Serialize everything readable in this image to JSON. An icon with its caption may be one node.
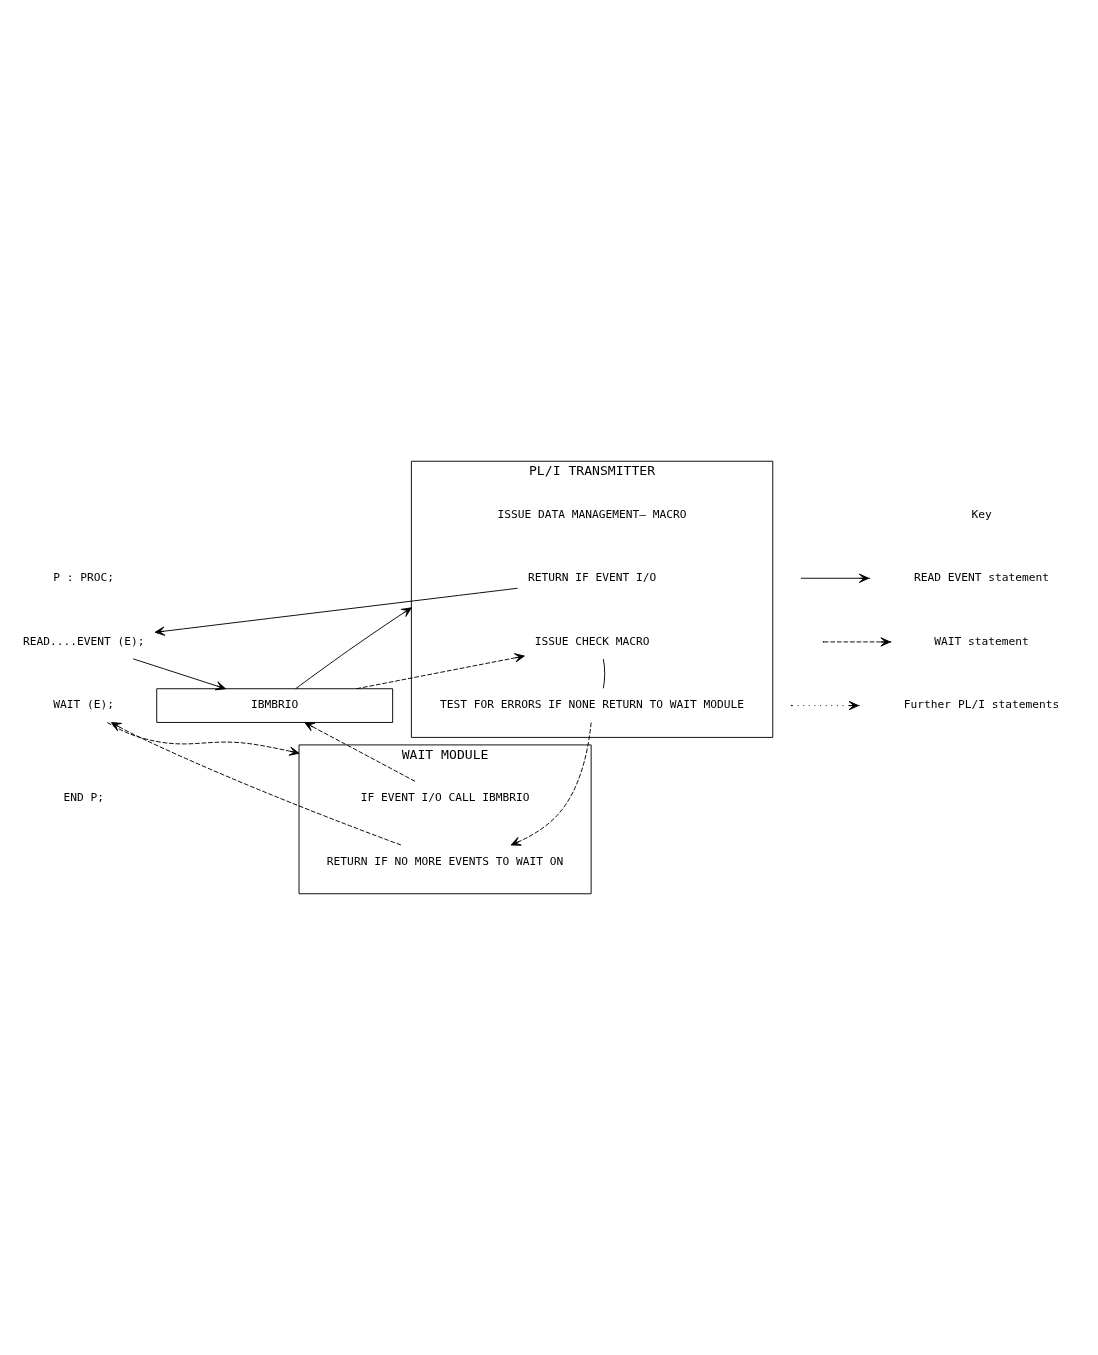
{
  "diagram": {
    "nodes": [
      {
        "text": [
          "P : PROC;"
        ]
      },
      {
        "text": [
          "READ....EVENT (E);"
        ]
      },
      {
        "text": [
          "WAIT (E);"
        ]
      },
      {
        "text": [
          "END P;"
        ]
      },
      {
        "text": [
          "IBMBRIO"
        ]
      },
      {
        "text": [
          "PL/I TRANSMITTER"
        ]
      },
      {
        "text": [
          "ISSUE DATA MANAGEMENT– MACRO"
        ],
        "in": 5
      },
      {
        "text": [
          "RETURN IF EVENT I/O"
        ],
        "in": 5
      },
      {
        "text": [
          "ISSUE CHECK MACRO"
        ],
        "in": 5
      },
      {
        "text": [
          "TEST FOR ERRORS IF NONE RETURN TO WAIT MODULE"
        ],
        "in": 5
      },
      {
        "text": [
          "WAIT MODULE"
        ]
      },
      {
        "text": [
          "IF EVENT I/O CALL IBMBRIO"
        ],
        "in": 10
      },
      {
        "text": [
          "RETURN IF NO MORE EVENTS TO WAIT ON"
        ],
        "in": 10
      }
    ],
    "edges": [
      {
        "from": 1,
        "to": 4,
        "arrow": "to"
      },
      {
        "from": 4,
        "to": 5,
        "arrow": "to"
      },
      {
        "from": 7,
        "to": 1,
        "arrow": "to"
      },
      {
        "from": 2,
        "to": 10,
        "arrow": "to",
        "style": "dashed"
      },
      {
        "from": 11,
        "to": 4,
        "arrow": "to",
        "style": "dashed"
      },
      {
        "from": 4,
        "to": 8,
        "arrow": "to",
        "style": "dashed"
      },
      {
        "from": 8,
        "to": 9,
        "arrow": "none"
      },
      {
        "from": 9,
        "to": 12,
        "arrow": "to",
        "style": "dashed"
      },
      {
        "from": 12,
        "to": 2,
        "arrow": "to",
        "style": "dashed"
      }
    ],
    "labels": [
      "Key"
    ],
    "legend": [
      {
        "text": "READ EVENT statement"
      },
      {
        "text": "WAIT statement"
      },
      {
        "text": "Further PL/I statements"
      }
    ]
  }
}
